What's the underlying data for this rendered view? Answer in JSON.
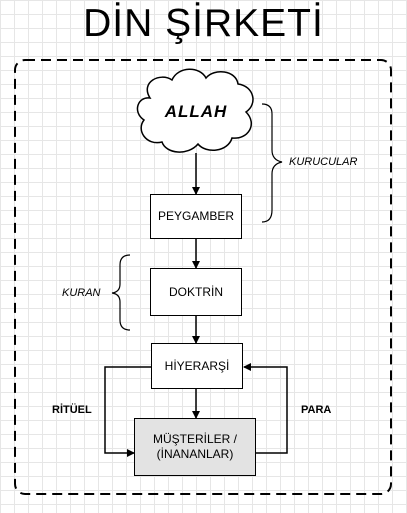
{
  "title": "DİN ŞİRKETİ",
  "cloud": {
    "label": "ALLAH"
  },
  "nodes": {
    "peygamber": "PEYGAMBER",
    "doktrin": "DOKTRİN",
    "hiyerarsi": "HİYERARŞİ",
    "musteriler_line1": "MÜŞTERİLER /",
    "musteriler_line2": "(İNANANLAR)"
  },
  "annotations": {
    "kurucular": "KURUCULAR",
    "kuran": "KURAN",
    "rituel": "RİTÜEL",
    "para": "PARA"
  },
  "colors": {
    "stroke": "#000000",
    "shaded_box": "#e3e3e3",
    "grid": "#e6e6e6"
  }
}
